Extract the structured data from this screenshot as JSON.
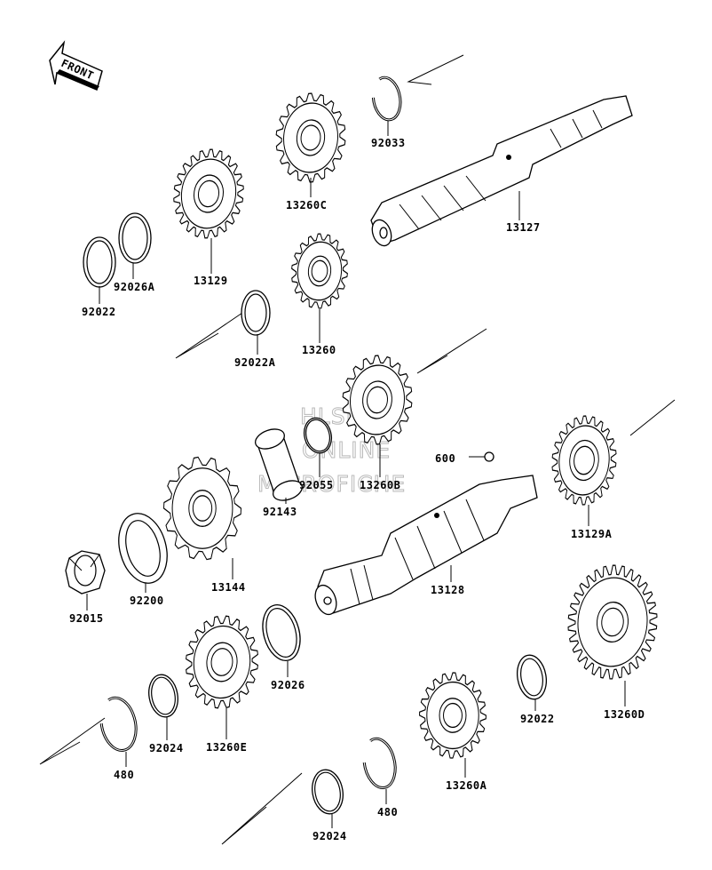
{
  "front_label": "FRONT",
  "watermark": [
    "HLSM'S",
    "ONLINE",
    "MICROFICHE"
  ],
  "parts": [
    {
      "id": "p92033",
      "text": "92033",
      "kind": "circlip"
    },
    {
      "id": "p13260C",
      "text": "13260C",
      "kind": "gear"
    },
    {
      "id": "p13127",
      "text": "13127",
      "kind": "shaft"
    },
    {
      "id": "p13129",
      "text": "13129",
      "kind": "gear"
    },
    {
      "id": "p92026A",
      "text": "92026A",
      "kind": "washer"
    },
    {
      "id": "p92022a",
      "text": "92022",
      "kind": "washer"
    },
    {
      "id": "p13260",
      "text": "13260",
      "kind": "gear"
    },
    {
      "id": "p92022A",
      "text": "92022A",
      "kind": "washer"
    },
    {
      "id": "p92055",
      "text": "92055",
      "kind": "o-ring"
    },
    {
      "id": "p13260B",
      "text": "13260B",
      "kind": "gear"
    },
    {
      "id": "p600",
      "text": "600",
      "kind": "ball"
    },
    {
      "id": "p92143",
      "text": "92143",
      "kind": "collar"
    },
    {
      "id": "p13144",
      "text": "13144",
      "kind": "sprocket"
    },
    {
      "id": "p13129A",
      "text": "13129A",
      "kind": "gear"
    },
    {
      "id": "p92200",
      "text": "92200",
      "kind": "washer"
    },
    {
      "id": "p92015",
      "text": "92015",
      "kind": "nut"
    },
    {
      "id": "p13128",
      "text": "13128",
      "kind": "shaft"
    },
    {
      "id": "p92026",
      "text": "92026",
      "kind": "washer"
    },
    {
      "id": "p13260D",
      "text": "13260D",
      "kind": "gear"
    },
    {
      "id": "p92022b",
      "text": "92022",
      "kind": "washer"
    },
    {
      "id": "p92024a",
      "text": "92024",
      "kind": "washer"
    },
    {
      "id": "p13260E",
      "text": "13260E",
      "kind": "gear"
    },
    {
      "id": "p480a",
      "text": "480",
      "kind": "circlip"
    },
    {
      "id": "p13260A",
      "text": "13260A",
      "kind": "gear"
    },
    {
      "id": "p480b",
      "text": "480",
      "kind": "circlip"
    },
    {
      "id": "p92024b",
      "text": "92024",
      "kind": "washer"
    }
  ]
}
